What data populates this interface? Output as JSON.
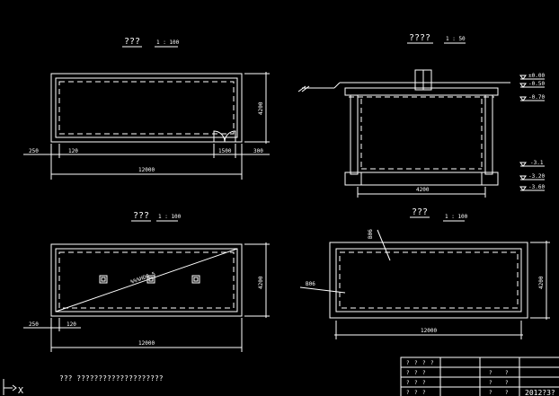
{
  "views": {
    "plan_top": {
      "title": "???",
      "scale": "1 : 100",
      "dim_overall": "12000",
      "dim_left": "250",
      "dim_wall": "120",
      "dim_door": "1500",
      "dim_right": "300",
      "dim_height": "4200"
    },
    "section": {
      "title": "????",
      "scale": "1 : 50",
      "dim_width": "4200",
      "levels_top": [
        "±0.00",
        "-0.50",
        "-0.70"
      ],
      "levels_bottom": [
        "-3.1",
        "-3.20",
        "-3.60"
      ]
    },
    "plan_bottom": {
      "title": "???",
      "scale": "1 : 100",
      "dim_overall": "12000",
      "dim_left": "250",
      "dim_wall": "120",
      "dim_height": "4200",
      "diagonal_label": "%%%HDG-5"
    },
    "plan_right": {
      "title": "???",
      "scale": "1 : 100",
      "dim_overall": "12000",
      "dim_height": "4200",
      "label_a": "B06",
      "label_b": "B06"
    }
  },
  "note": "???  ????????????????????",
  "title_block": {
    "rows": [
      [
        "?",
        "?",
        "?",
        "?",
        "",
        "",
        "",
        ""
      ],
      [
        "?",
        "?",
        "?",
        "",
        "",
        "?",
        "?",
        ""
      ],
      [
        "?",
        "?",
        "?",
        "",
        "",
        "?",
        "?",
        ""
      ],
      [
        "?",
        "?",
        "?",
        "",
        "",
        "?",
        "?",
        ""
      ]
    ],
    "drawing_no": "2012?3?"
  },
  "ucs_icon": {
    "x_label": "X"
  }
}
